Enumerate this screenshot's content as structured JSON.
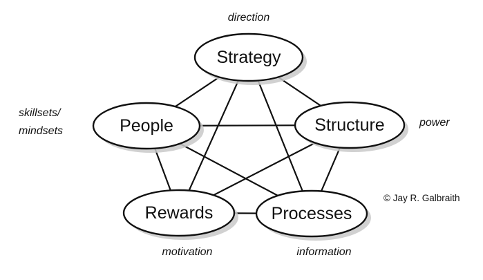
{
  "diagram": {
    "nodes": {
      "strategy": "Strategy",
      "people": "People",
      "structure": "Structure",
      "rewards": "Rewards",
      "processes": "Processes"
    },
    "annotations": {
      "strategy": "direction",
      "people_line1": "skillsets/",
      "people_line2": "mindsets",
      "structure": "power",
      "rewards": "motivation",
      "processes": "information"
    },
    "connections": [
      [
        "strategy",
        "people"
      ],
      [
        "strategy",
        "structure"
      ],
      [
        "strategy",
        "rewards"
      ],
      [
        "strategy",
        "processes"
      ],
      [
        "people",
        "structure"
      ],
      [
        "people",
        "rewards"
      ],
      [
        "people",
        "processes"
      ],
      [
        "structure",
        "rewards"
      ],
      [
        "structure",
        "processes"
      ],
      [
        "rewards",
        "processes"
      ]
    ],
    "copyright": "© Jay R. Galbraith"
  }
}
